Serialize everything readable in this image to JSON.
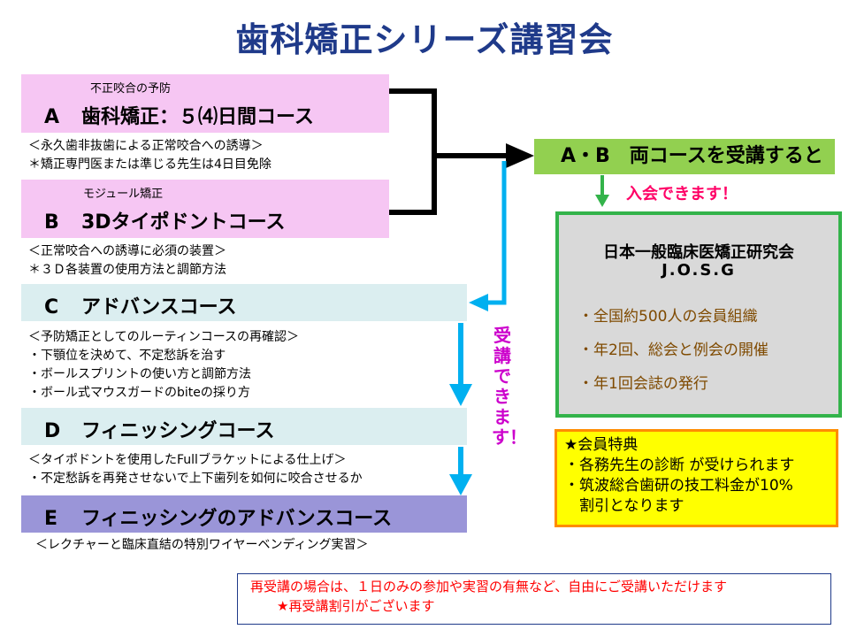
{
  "title": "歯科矯正シリーズ講習会",
  "course_a": {
    "subtitle": "不正咬合の予防",
    "letter": "A",
    "name": "歯科矯正：５⑷日間コース",
    "notes": [
      "＜永久歯非抜歯による正常咬合への誘導＞",
      "＊矯正専門医または準じる先生は4日目免除"
    ]
  },
  "course_b": {
    "subtitle": "モジュール矯正",
    "letter": "B",
    "name": "3Dタイポドントコース",
    "notes": [
      "＜正常咬合への誘導に必須の装置＞",
      "＊３Ｄ各装置の使用方法と調節方法"
    ]
  },
  "course_c": {
    "letter": "C",
    "name": "アドバンスコース",
    "notes": [
      "＜予防矯正としてのルーティンコースの再確認＞",
      "・下顎位を決めて、不定愁訴を治す",
      "・ボールスプリントの使い方と調節方法",
      "・ボール式マウスガードのbiteの採り方"
    ]
  },
  "course_d": {
    "letter": "D",
    "name": "フィニッシングコース",
    "notes": [
      "＜タイポドントを使用したFullブラケットによる仕上げ＞",
      "・不定愁訴を再発させないで上下歯列を如何に咬合させるか"
    ]
  },
  "course_e": {
    "letter": "E",
    "name": "フィニッシングのアドバンスコース",
    "notes": [
      "＜レクチャーと臨床直結の特別ワイヤーベンディング実習＞"
    ]
  },
  "result": {
    "label": "A・B　両コースを受講すると",
    "join": "入会できます！"
  },
  "can_take": "受講できます！",
  "josg": {
    "name": "日本一般臨床医矯正研究会",
    "abbr": "J.O.S.G",
    "items": [
      "・全国約500人の会員組織",
      "・年2回、総会と例会の開催",
      "・年1回会誌の発行"
    ]
  },
  "benefits": {
    "heading": "★会員特典",
    "lines": [
      "・各務先生の診断 が受けられます",
      "・筑波総合歯研の技工料金が10%",
      "　割引となります"
    ]
  },
  "retake": {
    "lines": [
      "再受講の場合は、１日のみの参加や実習の有無など、自由にご受講いただけます",
      "　　★再受講割引がございます"
    ]
  },
  "colors": {
    "title": "#1f3a8a",
    "course_ab": "#f6c6f3",
    "course_cd": "#dbeef0",
    "course_e": "#9a95d8",
    "result": "#92d050",
    "josg_border": "#33b34a",
    "benefit_bg": "#ffff00",
    "benefit_border": "#ff8c00",
    "arrow_blue": "#00b0f0",
    "arrow_green": "#33b34a",
    "accent_pink": "#ff0066",
    "accent_magenta": "#cc00cc",
    "retake_text": "#ff0000"
  }
}
